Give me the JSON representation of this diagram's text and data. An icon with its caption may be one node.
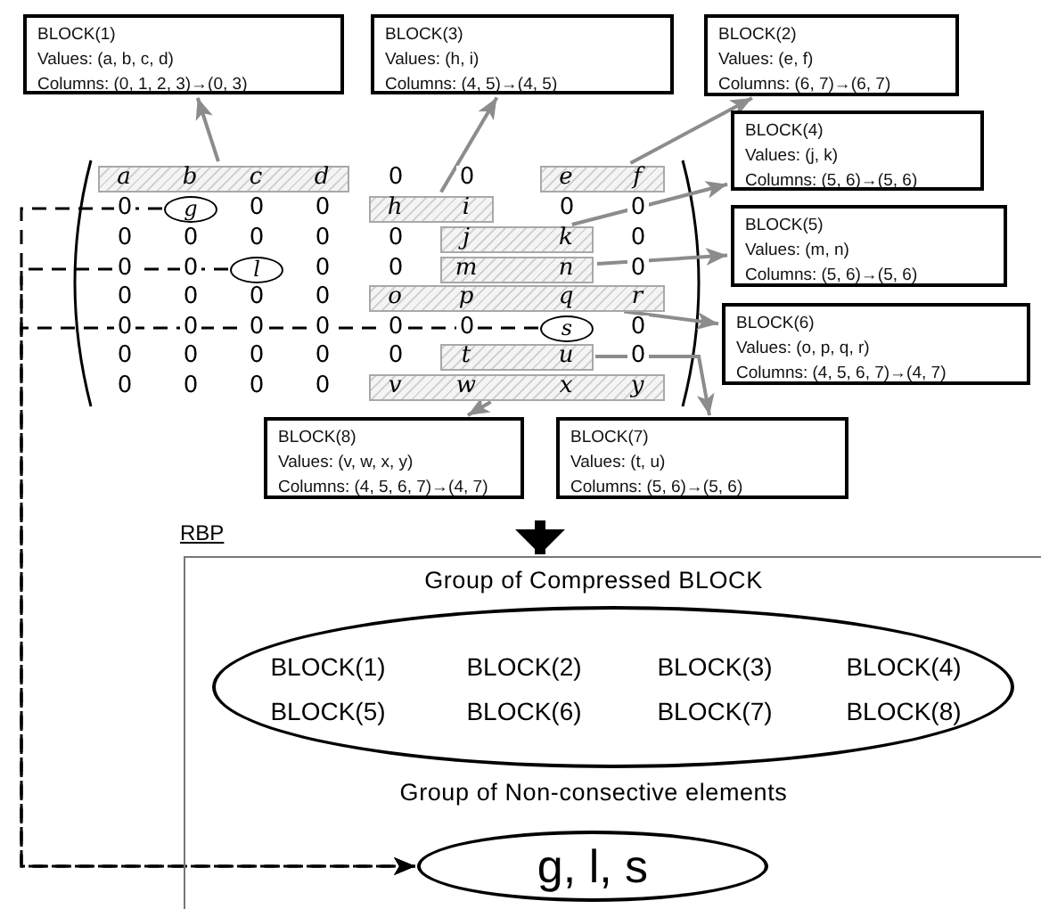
{
  "diagram": {
    "nodes": [
      {
        "text": [
          "BLOCK(1)",
          "Values: (a, b, c, d)",
          "Columns: (0, 1, 2, 3)→(0, 3)"
        ]
      },
      {
        "text": [
          "BLOCK(3)",
          "Values: (h, i)",
          "Columns: (4, 5)→(4, 5)"
        ]
      },
      {
        "text": [
          "BLOCK(2)",
          "Values: (e, f)",
          "Columns: (6, 7)→(6, 7)"
        ]
      },
      {
        "text": [
          "BLOCK(4)",
          "Values: (j, k)",
          "Columns: (5, 6)→(5, 6)"
        ]
      },
      {
        "text": [
          "BLOCK(5)",
          "Values: (m, n)",
          "Columns: (5, 6)→(5, 6)"
        ]
      },
      {
        "text": [
          "BLOCK(6)",
          "Values: (o, p, q, r)",
          "Columns: (4, 5, 6, 7)→(4, 7)"
        ]
      },
      {
        "text": [
          "a",
          "b",
          "c",
          "d"
        ]
      },
      {
        "text": [
          "h",
          "i"
        ]
      },
      {
        "text": [
          "e",
          "f"
        ]
      },
      {
        "text": [
          "j",
          "k"
        ]
      },
      {
        "text": [
          "g"
        ]
      },
      {
        "text": [
          "l"
        ]
      },
      {
        "text": [
          "m",
          "n"
        ]
      },
      {
        "text": [
          "o",
          "p",
          "q",
          "r"
        ]
      },
      {
        "text": [
          "s"
        ]
      },
      {
        "text": [
          "t",
          "u"
        ]
      },
      {
        "text": [
          "v",
          "w",
          "x",
          "y"
        ]
      },
      {
        "text": [
          "BLOCK(8)",
          "Values: (v, w, x, y)",
          "Columns: (4, 5, 6, 7)→(4, 7)"
        ]
      },
      {
        "text": [
          "BLOCK(7)",
          "Values: (t, u)",
          "Columns: (5, 6)→(5, 6)"
        ]
      },
      {
        "text": [
          "RBP"
        ]
      },
      {
        "text": [
          "BLOCK(1)",
          "BLOCK(2)",
          "BLOCK(3)",
          "BLOCK(4)",
          "BLOCK(5)",
          "BLOCK(6)",
          "BLOCK(7)",
          "BLOCK(8)"
        ],
        "in": 19
      },
      {
        "text": [
          "g, l, s"
        ],
        "in": 19
      }
    ],
    "edges": [
      {
        "from": 6,
        "to": 0,
        "arrow": "to"
      },
      {
        "from": 7,
        "to": 1,
        "arrow": "to"
      },
      {
        "from": 8,
        "to": 2,
        "arrow": "to"
      },
      {
        "from": 9,
        "to": 3,
        "arrow": "to"
      },
      {
        "from": 12,
        "to": 4,
        "arrow": "to"
      },
      {
        "from": 13,
        "to": 5,
        "arrow": "to"
      },
      {
        "from": 15,
        "to": 18,
        "arrow": "to"
      },
      {
        "from": 16,
        "to": 17,
        "arrow": "to"
      },
      {
        "from": 10,
        "to": 21,
        "arrow": "to",
        "style": "dashed",
        "color": "#000000"
      },
      {
        "from": 11,
        "to": 21,
        "arrow": "to",
        "style": "dashed",
        "color": "#000000"
      },
      {
        "from": 14,
        "to": 21,
        "arrow": "to",
        "style": "dashed",
        "color": "#000000"
      },
      {
        "from": null,
        "to": 19,
        "arrow": "to",
        "style": "thick",
        "color": "#000000"
      }
    ],
    "labels": [
      "0",
      "0",
      "0",
      "0",
      "0",
      "0",
      "0",
      "0",
      "0",
      "0",
      "0",
      "0",
      "0",
      "0",
      "0",
      "0",
      "0",
      "0",
      "0",
      "0",
      "0",
      "0",
      "0",
      "0",
      "0",
      "0",
      "0",
      "0",
      "0",
      "0",
      "0",
      "0",
      "0",
      "0",
      "0",
      "0",
      "0",
      "0",
      "0",
      "Group of Compressed BLOCK",
      "Group of Non-consective elements"
    ]
  }
}
